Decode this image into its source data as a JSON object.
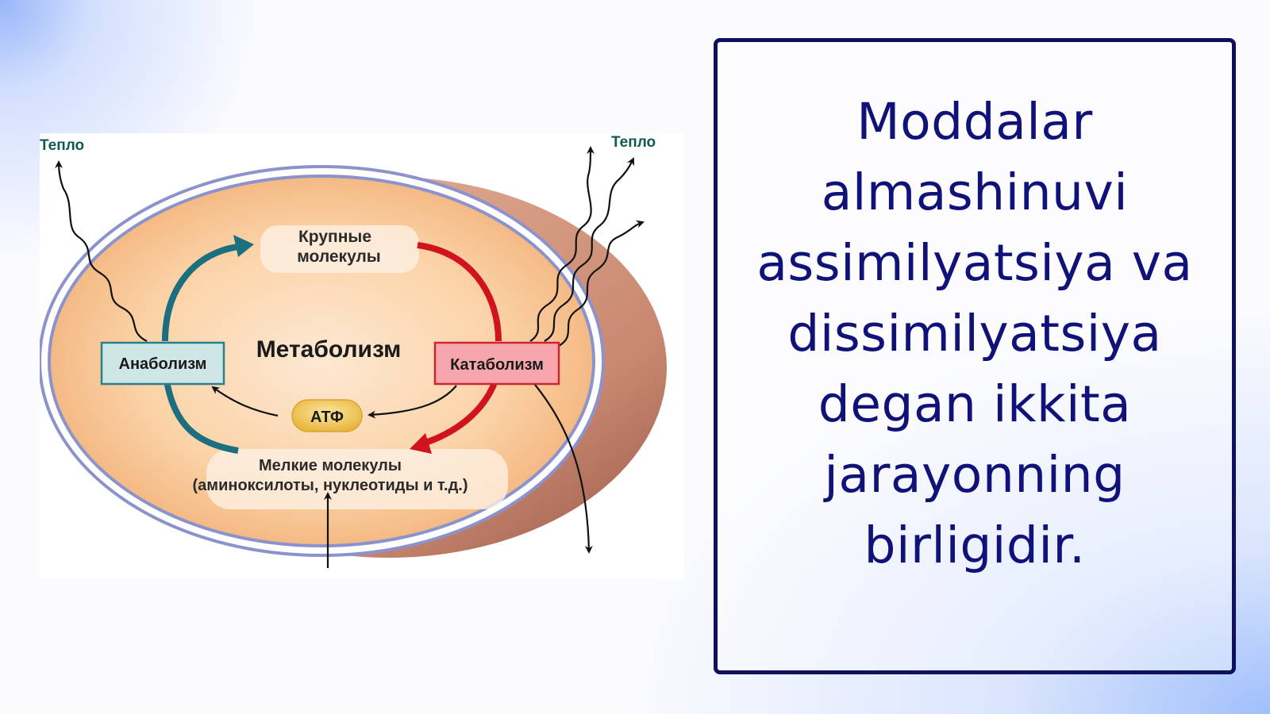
{
  "diagram": {
    "heat_left": "Тепло",
    "heat_right": "Тепло",
    "large_molecules_line1": "Крупные",
    "large_molecules_line2": "молекулы",
    "center_title": "Метаболизм",
    "anabolism": "Анаболизм",
    "catabolism": "Катаболизм",
    "atp": "АТФ",
    "small_molecules_line1": "Мелкие молекулы",
    "small_molecules_line2": "(аминоксилоты, нуклеотиды и т.д.)",
    "colors": {
      "anabolism_arrow": "#1b6f7e",
      "catabolism_arrow": "#d0141e",
      "anabolism_box": "#cfe6e6",
      "catabolism_box": "#f7a6ae",
      "atp_fill": "#f2c85a",
      "membrane": "#8c93cc"
    }
  },
  "text_box": {
    "text": "Moddalar\nalmashinuvi\nassimilyatsiya va\ndissimilyatsiya\ndegan ikkita\njarayonning\nbirligidir.",
    "text_color": "#10127a",
    "border_color": "#10115e"
  }
}
